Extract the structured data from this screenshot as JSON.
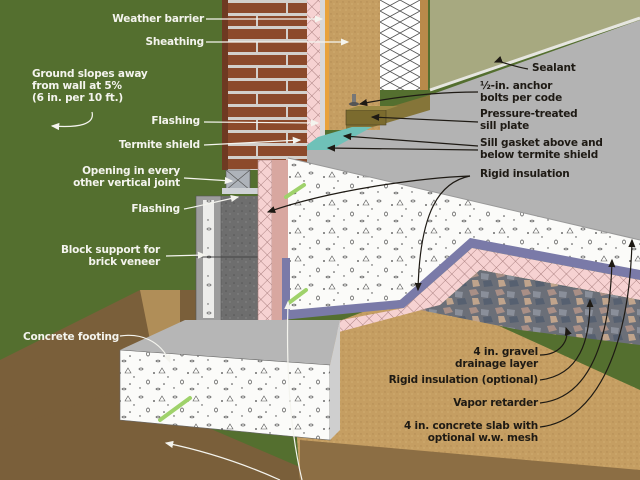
{
  "diagram": {
    "title": "Slab-on-grade foundation with brick veneer wall section",
    "labels": {
      "weather_barrier": "Weather barrier",
      "sheathing": "Sheathing",
      "ground_slope_line1": "Ground slopes away",
      "ground_slope_line2": "from wall at 5%",
      "ground_slope_line3": "(6 in. per 10 ft.)",
      "flashing_upper": "Flashing",
      "termite_shield": "Termite shield",
      "opening_line1": "Opening in every",
      "opening_line2": "other vertical joint",
      "flashing_lower": "Flashing",
      "block_support_line1": "Block support for",
      "block_support_line2": "brick veneer",
      "concrete_footing": "Concrete footing",
      "sealant": "Sealant",
      "anchor_bolts_line1": "½-in. anchor",
      "anchor_bolts_line2": "bolts per code",
      "sill_plate_line1": "Pressure-treated",
      "sill_plate_line2": "sill plate",
      "sill_gasket_line1": "Sill gasket above and",
      "sill_gasket_line2": "below termite shield",
      "rigid_insulation": "Rigid insulation",
      "gravel_line1": "4 in. gravel",
      "gravel_line2": "drainage layer",
      "rigid_insulation_optional": "Rigid insulation (optional)",
      "vapor_retarder": "Vapor retarder",
      "slab_line1": "4 in. concrete slab with",
      "slab_line2": "optional w.w. mesh"
    },
    "colors": {
      "grass": "#4f6b2c",
      "soil": "#7a5f3a",
      "soil_light": "#b08e58",
      "brick": "#8a4a2a",
      "mortar": "#d9d6d0",
      "rigid_insulation": "#f2c9c9",
      "insulation_edge": "#c99a95",
      "sheathing": "#c9a063",
      "concrete": "#fafaf8",
      "concrete_top": "#b5b5b5",
      "sill_plate": "#7b6b2e",
      "gasket": "#6fc1b8",
      "vapor_retarder": "#7a7aa8",
      "wall_board": "#a9aa82",
      "rebar": "#9fd26b"
    }
  }
}
